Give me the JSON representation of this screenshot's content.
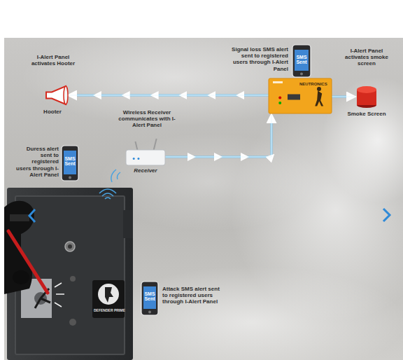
{
  "diagram": {
    "nodes": [
      {
        "text": [
          "I-Alert Panel activates Hooter",
          "Hooter"
        ]
      },
      {
        "text": [
          "Signal loss SMS alert sent to registered users through I-Alert Panel",
          "SMS Sent"
        ]
      },
      {
        "text": [
          "NEUTRONICS"
        ]
      },
      {
        "text": [
          "I-Alert Panel activates smoke screen",
          "Smoke Screen"
        ]
      },
      {
        "text": [
          "Wireless Receiver communicates with I-Alert Panel",
          "Receiver"
        ]
      },
      {
        "text": [
          "Duress alert sent to registered users through I-Alert Panel",
          "SMS Sent"
        ]
      },
      {
        "text": [
          "Attack SMS alert sent to registered users through I-Alert Panel",
          "SMS Sent"
        ]
      }
    ],
    "edges": [
      {
        "from": 2,
        "to": 0,
        "arrow": "to"
      },
      {
        "from": 2,
        "to": 3,
        "arrow": "to"
      },
      {
        "from": 4,
        "to": 2,
        "arrow": "to"
      }
    ],
    "labels": [
      "DEFENDER PRIME"
    ]
  }
}
